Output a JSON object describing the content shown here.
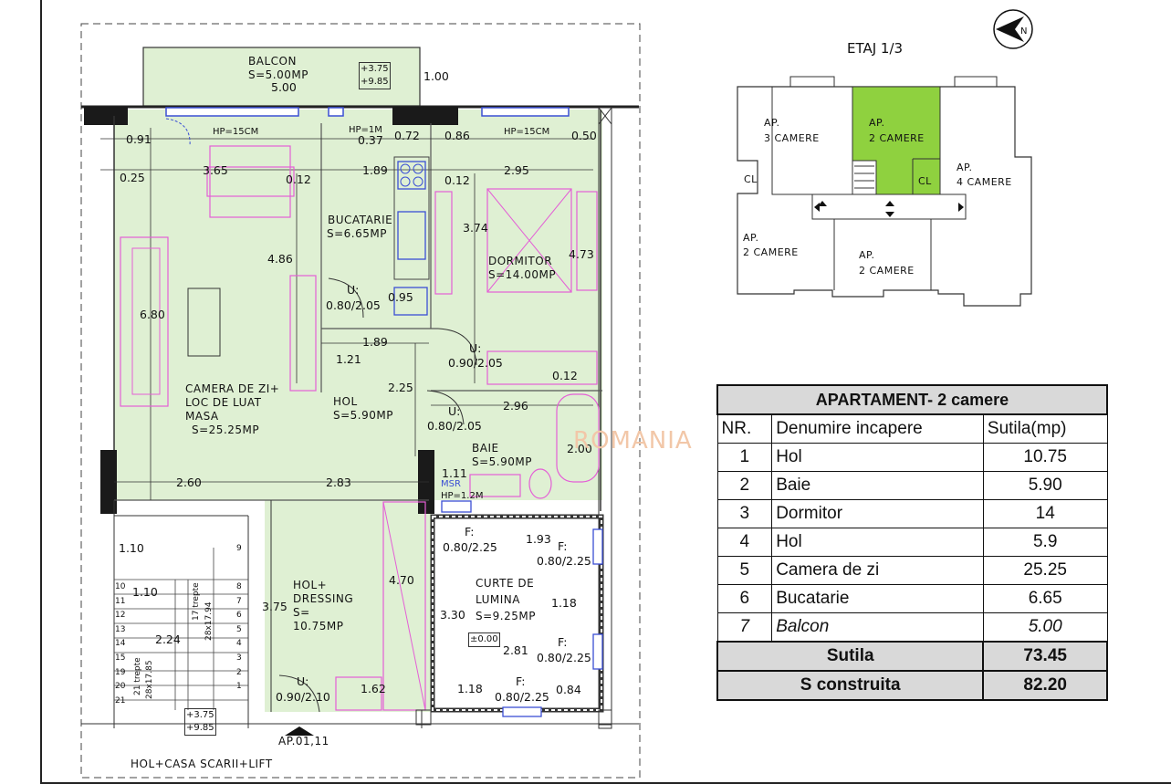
{
  "plan": {
    "rooms": {
      "balcon": {
        "name": "BALCON",
        "area": "S=5.00MP",
        "level_1": "+3.75",
        "level_2": "+9.85",
        "width": "5.00",
        "depth": "1.00"
      },
      "bucatarie": {
        "name": "BUCATARIE",
        "area": "S=6.65MP"
      },
      "dormitor": {
        "name": "DORMITOR",
        "area": "S=14.00MP"
      },
      "camera": {
        "line1": "CAMERA DE ZI+",
        "line2": "LOC DE LUAT",
        "line3": "MASA",
        "area": "S=25.25MP"
      },
      "hol": {
        "name": "HOL",
        "area": "S=5.90MP"
      },
      "baie": {
        "name": "BAIE",
        "area": "S=5.90MP"
      },
      "curte": {
        "line1": "CURTE DE",
        "line2": "LUMINA",
        "area": "S=9.25MP",
        "level": "±0.00"
      },
      "dressing": {
        "line1": "HOL+",
        "line2": "DRESSING",
        "line3": "S=",
        "line4": "10.75MP"
      },
      "scara": {
        "name": "HOL+CASA SCARII+LIFT",
        "level_1": "+3.75",
        "level_2": "+9.85",
        "treapte_a": "17 trepte",
        "treapte_a_dim": "28x17.94",
        "treapte_b": "21 trepte",
        "treapte_b_dim": "28x17.85"
      }
    },
    "window_notes": {
      "hp1": "HP=15CM",
      "hp2": "HP=1M",
      "hp3": "HP=15CM",
      "msr": "MSR",
      "hp4": "HP=1.2M"
    },
    "doors": {
      "d1": "U:",
      "d1v": "0.80/2.05",
      "d2": "U:",
      "d2v": "0.90/2.05",
      "d3": "U:",
      "d3v": "0.80/2.05",
      "d4": "U:",
      "d4v": "0.90/2.10",
      "f1": "F:",
      "f1v": "0.80/2.25",
      "f2": "F:",
      "f2v": "0.80/2.25",
      "f3": "F:",
      "f3v": "0.80/2.25",
      "f4": "F:",
      "f4v": "0.80/2.25"
    },
    "entrance": "AP.01,11",
    "dims": [
      "0.91",
      "0.37",
      "0.72",
      "0.86",
      "0.50",
      "0.25",
      "3.65",
      "0.12",
      "1.89",
      "0.12",
      "2.95",
      "3.74",
      "4.73",
      "4.86",
      "6.80",
      "0.95",
      "1.89",
      "1.21",
      "2.25",
      "0.12",
      "2.96",
      "2.00",
      "1.11",
      "2.60",
      "2.83",
      "1.93",
      "1.18",
      "3.30",
      "2.81",
      "1.18",
      "0.84",
      "4.70",
      "3.75",
      "1.62",
      "1.10",
      "1.10",
      "2.24"
    ],
    "stair_numbers_left": [
      "10",
      "11",
      "12",
      "13",
      "14",
      "15",
      "19",
      "20",
      "21"
    ],
    "stair_numbers_right": [
      "9",
      "8",
      "7",
      "6",
      "5",
      "4",
      "3",
      "2",
      "1"
    ]
  },
  "key_plan": {
    "title": "ETAJ 1/3",
    "ap3": {
      "l1": "AP.",
      "l2": "3 CAMERE"
    },
    "ap2a": {
      "l1": "AP.",
      "l2": "2 CAMERE"
    },
    "ap4": {
      "l1": "AP.",
      "l2": "4 CAMERE"
    },
    "ap2b": {
      "l1": "AP.",
      "l2": "2 CAMERE"
    },
    "ap2c": {
      "l1": "AP.",
      "l2": "2 CAMERE"
    },
    "cl1": "CL",
    "cl2": "CL",
    "highlight_color": "#8fd13f"
  },
  "compass_label": "N",
  "watermark": "ROMANIA",
  "area_table": {
    "title": "APARTAMENT- 2 camere",
    "headers": [
      "NR.",
      "Denumire incapere",
      "Sutila(mp)"
    ],
    "rows": [
      {
        "nr": "1",
        "name": "Hol",
        "area": "10.75"
      },
      {
        "nr": "2",
        "name": "Baie",
        "area": "5.90"
      },
      {
        "nr": "3",
        "name": "Dormitor",
        "area": "14"
      },
      {
        "nr": "4",
        "name": "Hol",
        "area": "5.9"
      },
      {
        "nr": "5",
        "name": "Camera de zi",
        "area": "25.25"
      },
      {
        "nr": "6",
        "name": "Bucatarie",
        "area": "6.65"
      }
    ],
    "balcon_row": {
      "nr": "7",
      "name": "Balcon",
      "area": "5.00"
    },
    "total_sutila": {
      "label": "Sutila",
      "value": "73.45"
    },
    "total_construita": {
      "label": "S construita",
      "value": "82.20"
    }
  },
  "colors": {
    "room_fill": "#dff0d3",
    "furniture": "#e45fd6",
    "window": "#3b4fd4",
    "wall": "#1a1a1a",
    "table_header": "#d9d9d9"
  }
}
